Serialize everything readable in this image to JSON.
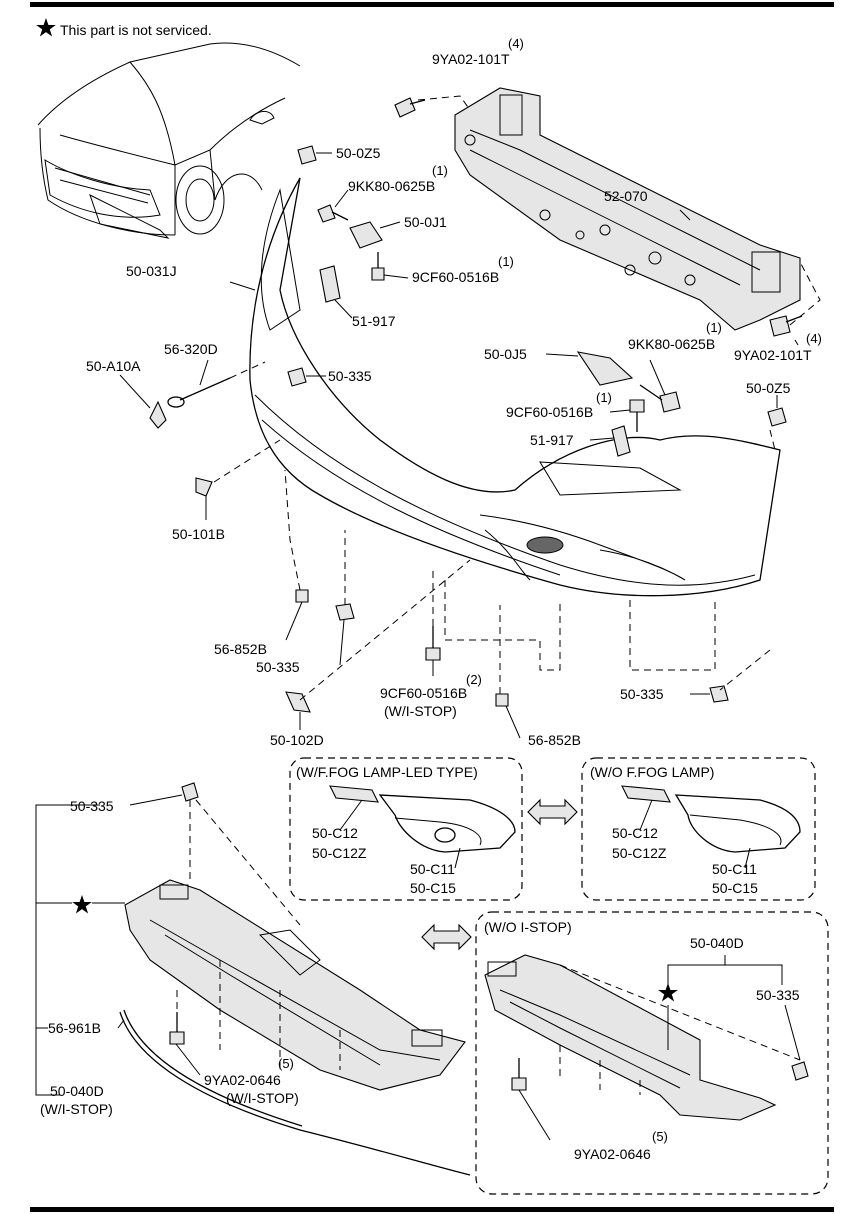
{
  "note": "This part is not serviced.",
  "labels": {
    "bolt_9ya02_101t_top": "9YA02-101T",
    "qty_4_top": "(4)",
    "clip_50_0z5_top": "50-0Z5",
    "bolt_9kk80_top": "9KK80-0625B",
    "qty_1_a": "(1)",
    "bracket_50_0j1": "50-0J1",
    "bolt_9cf60_top": "9CF60-0516B",
    "qty_1_b": "(1)",
    "bumper_50_031j": "50-031J",
    "pad_51_917_left": "51-917",
    "reinforcement_52_070": "52-070",
    "hook_56_320d": "56-320D",
    "cap_50_a10a": "50-A10A",
    "nut_50_335_a": "50-335",
    "bracket_50_0j5": "50-0J5",
    "bolt_9kk80_right": "9KK80-0625B",
    "qty_1_c": "(1)",
    "bolt_9ya02_101t_right": "9YA02-101T",
    "qty_4_right": "(4)",
    "clip_50_0z5_right": "50-0Z5",
    "bolt_9cf60_mid": "9CF60-0516B",
    "qty_1_d": "(1)",
    "pad_51_917_right": "51-917",
    "cover_50_101b": "50-101B",
    "rivet_56_852b_left": "56-852B",
    "nut_50_335_b": "50-335",
    "bolt_9cf60_low": "9CF60-0516B",
    "qty_2": "(2)",
    "istop_note_1": "(W/I-STOP)",
    "nut_50_335_c": "50-335",
    "cover_50_102d": "50-102D",
    "rivet_56_852b_right": "56-852B",
    "box_fog_led_title": "(W/F.FOG LAMP-LED TYPE)",
    "box_fog_led_c12": "50-C12",
    "box_fog_led_c12z": "50-C12Z",
    "box_fog_led_c11": "50-C11",
    "box_fog_led_c15": "50-C15",
    "box_no_fog_title": "(W/O F.FOG LAMP)",
    "box_no_fog_c12": "50-C12",
    "box_no_fog_c12z": "50-C12Z",
    "box_no_fog_c11": "50-C11",
    "box_no_fog_c15": "50-C15",
    "nut_50_335_d": "50-335",
    "molding_56_961b": "56-961B",
    "under_50_040d": "50-040D",
    "istop_note_2": "(W/I-STOP)",
    "bolt_9ya02_0646_left": "9YA02-0646",
    "qty_5_left": "(5)",
    "istop_note_3": "(W/I-STOP)",
    "box_no_istop_title": "(W/O I-STOP)",
    "box_no_istop_040d": "50-040D",
    "box_no_istop_335": "50-335",
    "bolt_9ya02_0646_right": "9YA02-0646",
    "qty_5_right": "(5)"
  },
  "icons": {
    "star": "star-icon",
    "swap": "double-arrow-icon"
  }
}
